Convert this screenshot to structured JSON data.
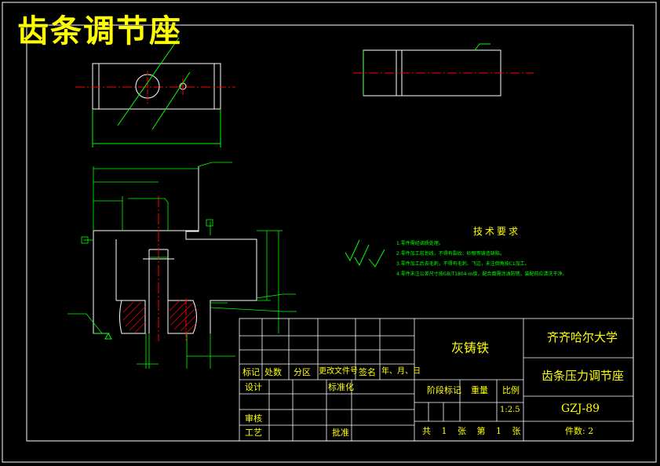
{
  "banner_title": "齿条调节座",
  "tech_requirements": {
    "heading": "技术要求",
    "items": [
      "1.零件需经调质处理。",
      "2.零件加工前划线，不得有裂纹、砂眼等铸造缺陷。",
      "3.零件加工后去毛刺，不得有毛刺、飞边，未注倒角按C1加工。",
      "4.零件未注公差尺寸按GB/T1804-m级，配合面需涂油防锈，装配前应清洗干净。"
    ]
  },
  "title_block": {
    "material": "灰铸铁",
    "school": "齐齐哈尔大学",
    "part_name": "齿条压力调节座",
    "drawing_no": "GZJ-89",
    "scale_value": "1:2.5",
    "count_label": "件数: 2",
    "sheet_info": "共 1 张 第 1 张",
    "headers": {
      "mark": "标记",
      "count": "处数",
      "zone": "分区",
      "change_doc": "更改文件号",
      "signature": "签名",
      "date": "年、月、日",
      "design": "设计",
      "standardize": "标准化",
      "stage_mark": "阶段标记",
      "weight": "重量",
      "scale": "比例",
      "review": "审核",
      "process": "工艺",
      "approve": "批准"
    }
  },
  "colors": {
    "outline": "#ffffff",
    "dimension": "#00ff00",
    "centerline": "#ff0000",
    "text": "#ffff00"
  }
}
